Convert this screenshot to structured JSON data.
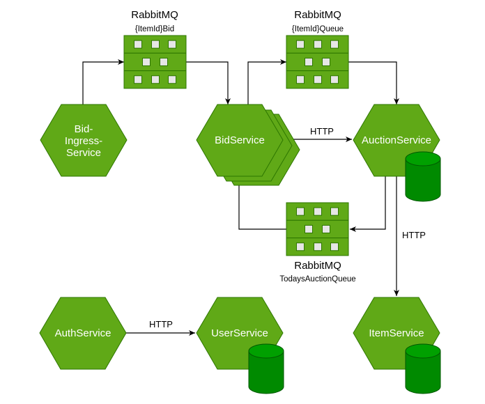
{
  "services": {
    "bid_ingress": {
      "lines": [
        "Bid-",
        "Ingress-",
        "Service"
      ]
    },
    "bid_service": {
      "label": "BidService"
    },
    "auction_service": {
      "label": "AuctionService"
    },
    "auth_service": {
      "label": "AuthService"
    },
    "user_service": {
      "label": "UserService"
    },
    "item_service": {
      "label": "ItemService"
    }
  },
  "queues": {
    "bid": {
      "title": "RabbitMQ",
      "name": "{ItemId}Bid"
    },
    "item": {
      "title": "RabbitMQ",
      "name": "{ItemId}Queue"
    },
    "todays": {
      "title": "RabbitMQ",
      "name": "TodaysAuctionQueue"
    }
  },
  "edges": {
    "bid_to_auction": {
      "label": "HTTP"
    },
    "auction_to_item": {
      "label": "HTTP"
    },
    "auth_to_user": {
      "label": "HTTP"
    }
  },
  "colors": {
    "service_fill": "#60a917",
    "service_stroke": "#2d7600",
    "database_fill": "#008a00",
    "queue_cell": "#e6e6e6"
  }
}
